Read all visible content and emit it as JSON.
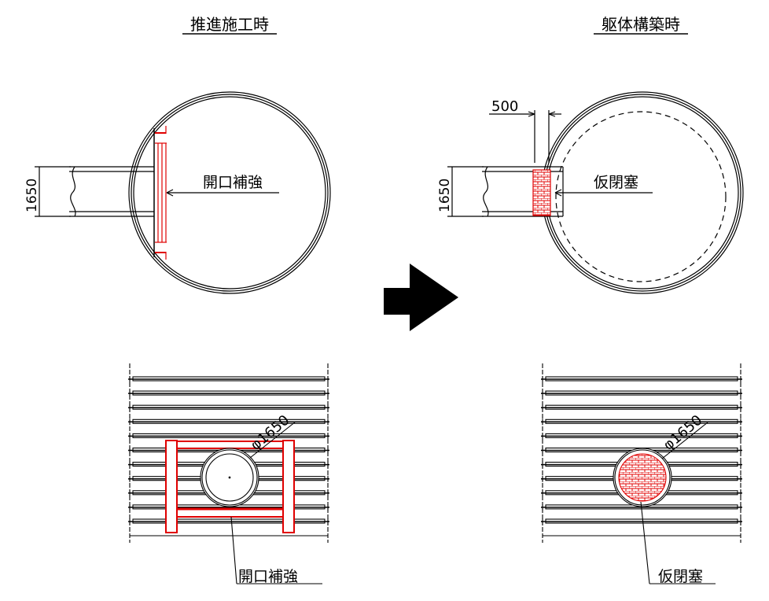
{
  "left": {
    "title": "推進施工時",
    "plan_label": "開口補強",
    "plan_dim": "1650",
    "elev_dim": "φ1650",
    "elev_label": "開口補強"
  },
  "right": {
    "title": "躯体構築時",
    "plan_label": "仮閉塞",
    "plan_dim": "1650",
    "width_dim": "500",
    "elev_dim": "φ1650",
    "elev_label": "仮閉塞"
  },
  "colors": {
    "line": "#000000",
    "accent": "#e00000"
  },
  "arrow_icon": "right-arrow-icon"
}
